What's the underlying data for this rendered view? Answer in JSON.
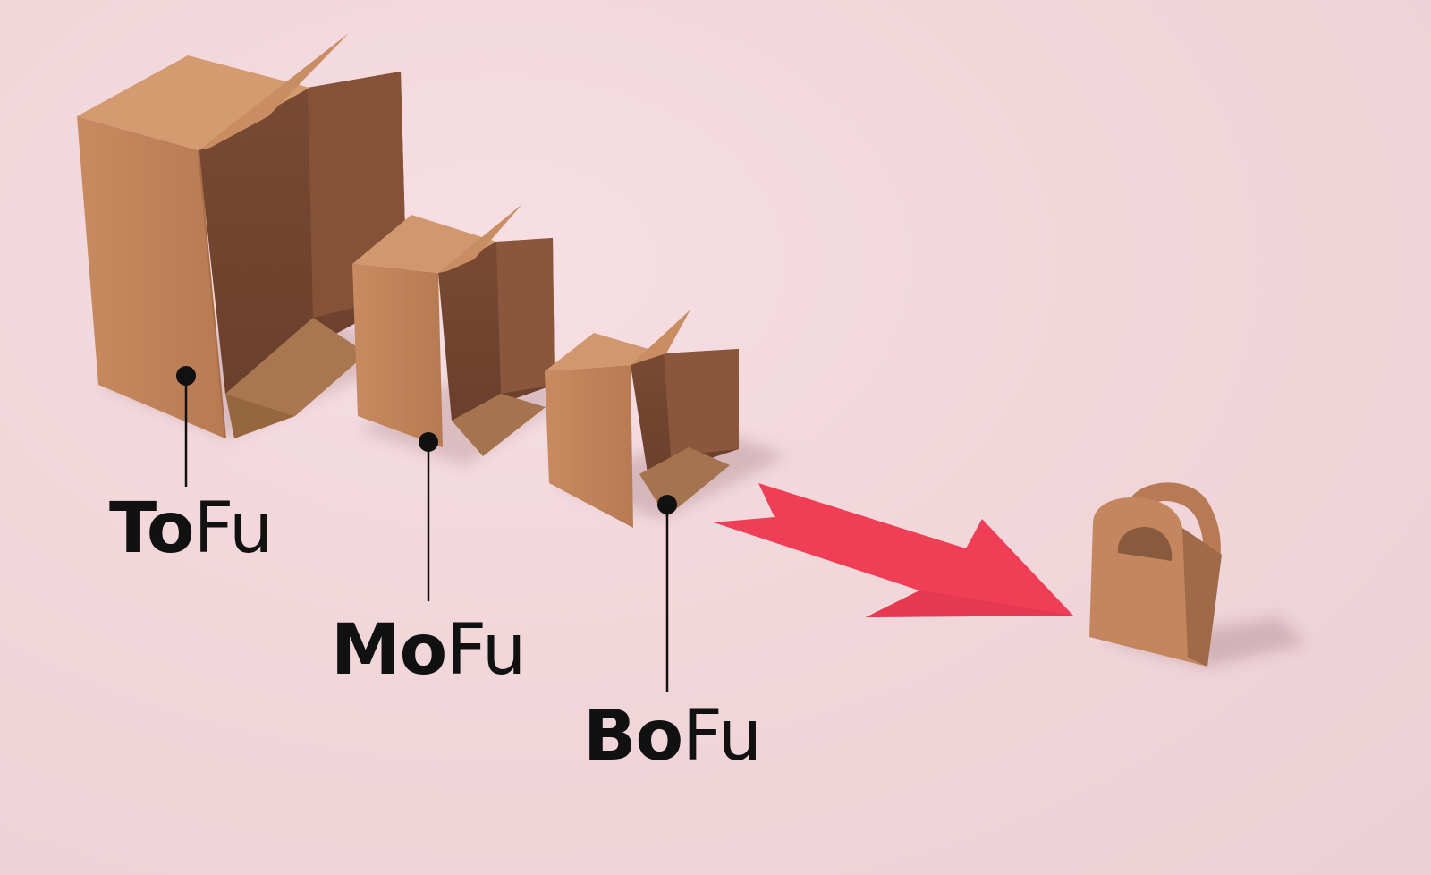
{
  "stages": [
    {
      "id": "tofu",
      "bold": "To",
      "light": "Fu"
    },
    {
      "id": "mofu",
      "bold": "Mo",
      "light": "Fu"
    },
    {
      "id": "bofu",
      "bold": "Bo",
      "light": "Fu"
    }
  ],
  "colors": {
    "background": "#f1d6da",
    "cardboard": "#c3845b",
    "cardboard_dark": "#8e5a3f",
    "arrow": "#ef3e56",
    "label_text": "#111111",
    "leader_line": "#111111"
  },
  "icons": {
    "arrow": "red-paper-arrow",
    "bag": "paper-shopping-bag"
  }
}
